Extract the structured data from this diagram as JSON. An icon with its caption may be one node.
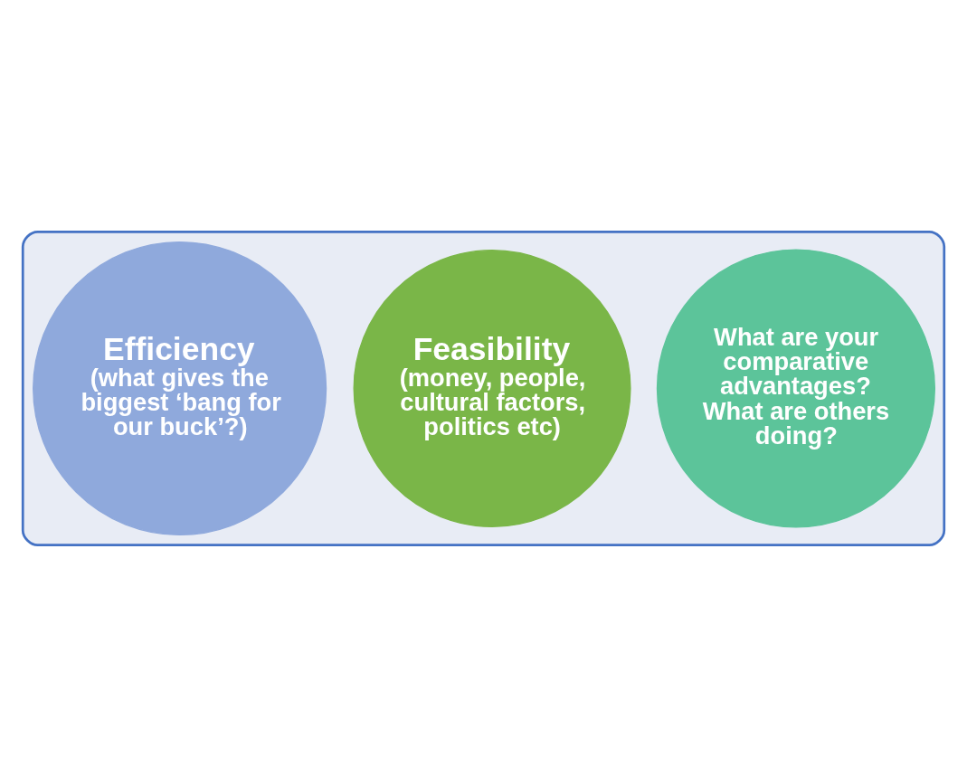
{
  "diagram": {
    "nodes": [
      {
        "text": [],
        "shape": "funnel"
      },
      {
        "text": [
          "What are your comparative advantages?",
          "What are others doing?"
        ],
        "in": 0
      },
      {
        "text": [
          "Feasibility",
          "(money, people, cultural factors, politics etc)"
        ],
        "in": 0
      },
      {
        "text": [
          "Efficiency",
          "(what gives the biggest ‘bang for our buck’?)"
        ],
        "in": 0
      }
    ],
    "edges": []
  }
}
